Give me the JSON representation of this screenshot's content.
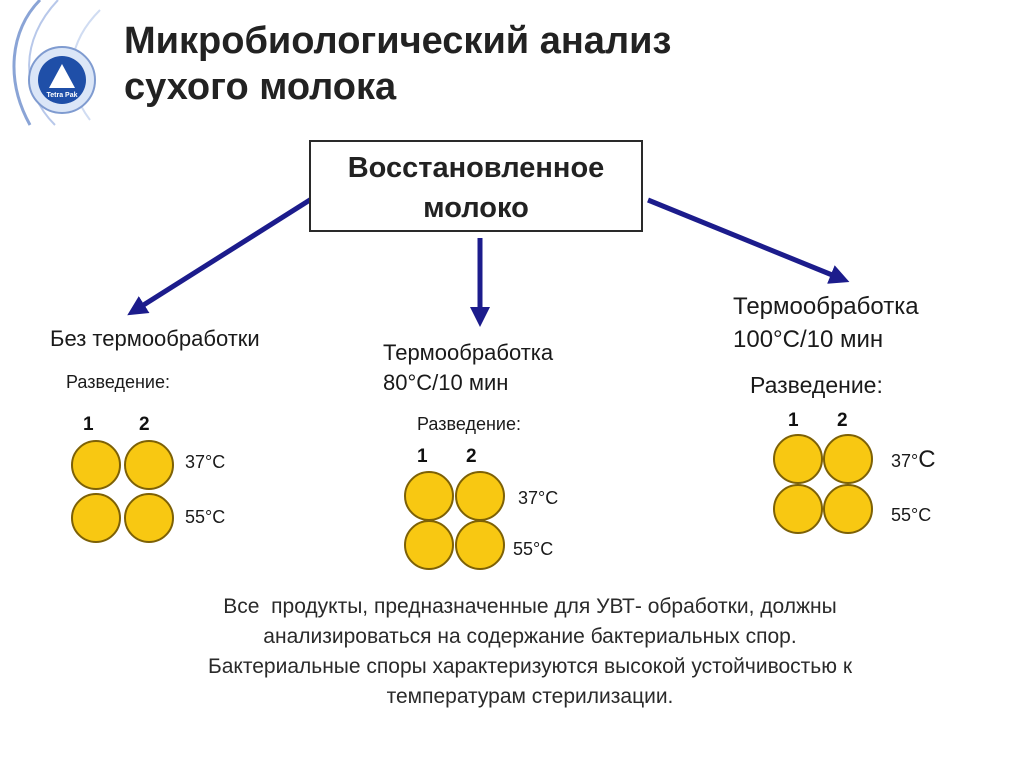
{
  "title": {
    "line1": "Микробиологический анализ",
    "line2": "сухого молока"
  },
  "logo": {
    "text": "Tetra Pak",
    "icon": "tetra-pak-logo-icon"
  },
  "center_box": {
    "line1": "Восстановленное",
    "line2": "молоко"
  },
  "branches": {
    "left": {
      "heading": "Без термообработки",
      "dilution": "Разведение:",
      "col1": "1",
      "col2": "2",
      "temp1": "37°C",
      "temp2": "55°C"
    },
    "middle": {
      "heading_line1": "Термообработка",
      "heading_line2": "80°C/10 мин",
      "dilution": "Разведение:",
      "col1": "1",
      "col2": "2",
      "temp1": "37°C",
      "temp2": "55°C"
    },
    "right": {
      "heading_line1": "Термообработка",
      "heading_line2": "100°C/10 мин",
      "dilution": "Разведение:",
      "col1": "1",
      "col2": "2",
      "temp1_prefix": "37°",
      "temp1_unit": "C",
      "temp2": "55°C"
    }
  },
  "note": {
    "line1": "Все  продукты, предназначенные для УВТ- обработки, должны",
    "line2": "анализироваться на содержание бактериальных спор.",
    "line3": "Бактериальные споры характеризуются высокой устойчивостью к",
    "line4": "температурам стерилизации."
  },
  "colors": {
    "arrow": "#1c1c8c",
    "dish_fill": "#f8c812",
    "dish_border": "#7d6106"
  }
}
